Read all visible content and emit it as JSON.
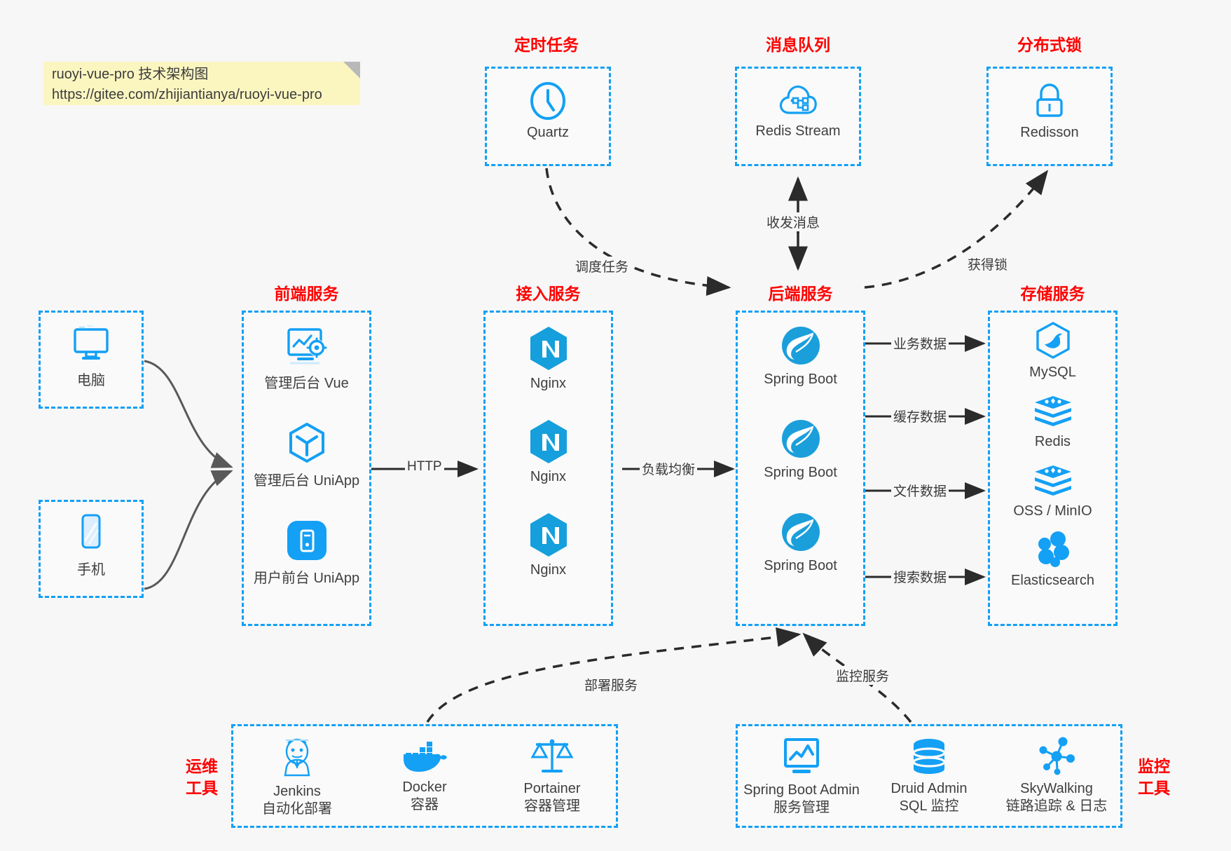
{
  "note": {
    "line1": "ruoyi-vue-pro 技术架构图",
    "line2": "https://gitee.com/zhijiantianya/ruoyi-vue-pro"
  },
  "colors": {
    "accent": "#13a0f5",
    "caption": "#ff0000",
    "note_bg": "#fbf6c0",
    "canvas_bg": "#f7f7f7",
    "edge": "#2b2b2b"
  },
  "groups": {
    "scheduler": {
      "caption": "定时任务",
      "nodes": [
        {
          "label": "Quartz",
          "icon": "clock-icon"
        }
      ]
    },
    "mq": {
      "caption": "消息队列",
      "nodes": [
        {
          "label": "Redis Stream",
          "icon": "cloud-stream-icon"
        }
      ]
    },
    "lock": {
      "caption": "分布式锁",
      "nodes": [
        {
          "label": "Redisson",
          "icon": "lock-icon"
        }
      ]
    },
    "clients": {
      "caption": "",
      "nodes": [
        {
          "label": "电脑",
          "icon": "desktop-icon"
        },
        {
          "label": "手机",
          "icon": "mobile-icon"
        }
      ]
    },
    "frontend": {
      "caption": "前端服务",
      "nodes": [
        {
          "label": "管理后台 Vue",
          "icon": "dashboard-gear-icon"
        },
        {
          "label": "管理后台 UniApp",
          "icon": "uniapp-cube-icon"
        },
        {
          "label": "用户前台 UniApp",
          "icon": "app-tile-icon"
        }
      ]
    },
    "gateway": {
      "caption": "接入服务",
      "nodes": [
        {
          "label": "Nginx",
          "icon": "nginx-icon"
        },
        {
          "label": "Nginx",
          "icon": "nginx-icon"
        },
        {
          "label": "Nginx",
          "icon": "nginx-icon"
        }
      ]
    },
    "backend": {
      "caption": "后端服务",
      "nodes": [
        {
          "label": "Spring Boot",
          "icon": "spring-leaf-icon"
        },
        {
          "label": "Spring Boot",
          "icon": "spring-leaf-icon"
        },
        {
          "label": "Spring Boot",
          "icon": "spring-leaf-icon"
        }
      ]
    },
    "storage": {
      "caption": "存储服务",
      "nodes": [
        {
          "label": "MySQL",
          "icon": "mysql-dolphin-icon"
        },
        {
          "label": "Redis",
          "icon": "redis-stack-icon"
        },
        {
          "label": "OSS / MinIO",
          "icon": "oss-stack-icon"
        },
        {
          "label": "Elasticsearch",
          "icon": "elasticsearch-icon"
        }
      ]
    },
    "devops": {
      "caption": "运维\n工具",
      "caption_line1": "运维",
      "caption_line2": "工具",
      "nodes": [
        {
          "label": "Jenkins",
          "sub": "自动化部署",
          "icon": "jenkins-butler-icon"
        },
        {
          "label": "Docker",
          "sub": "容器",
          "icon": "docker-whale-icon"
        },
        {
          "label": "Portainer",
          "sub": "容器管理",
          "icon": "scales-icon"
        }
      ]
    },
    "monitor": {
      "caption_line1": "监控",
      "caption_line2": "工具",
      "nodes": [
        {
          "label": "Spring Boot Admin",
          "sub": "服务管理",
          "icon": "monitor-chart-icon"
        },
        {
          "label": "Druid Admin",
          "sub": "SQL 监控",
          "icon": "database-icon"
        },
        {
          "label": "SkyWalking",
          "sub": "链路追踪 & 日志",
          "icon": "skywalking-node-icon"
        }
      ]
    }
  },
  "edges": [
    {
      "id": "edge-http",
      "label": "HTTP"
    },
    {
      "id": "edge-lb",
      "label": "负载均衡"
    },
    {
      "id": "edge-business",
      "label": "业务数据"
    },
    {
      "id": "edge-cache",
      "label": "缓存数据"
    },
    {
      "id": "edge-file",
      "label": "文件数据"
    },
    {
      "id": "edge-search",
      "label": "搜索数据"
    },
    {
      "id": "edge-schedule",
      "label": "调度任务"
    },
    {
      "id": "edge-message",
      "label": "收发消息"
    },
    {
      "id": "edge-lock",
      "label": "获得锁"
    },
    {
      "id": "edge-deploy",
      "label": "部署服务"
    },
    {
      "id": "edge-monitor",
      "label": "监控服务"
    }
  ]
}
